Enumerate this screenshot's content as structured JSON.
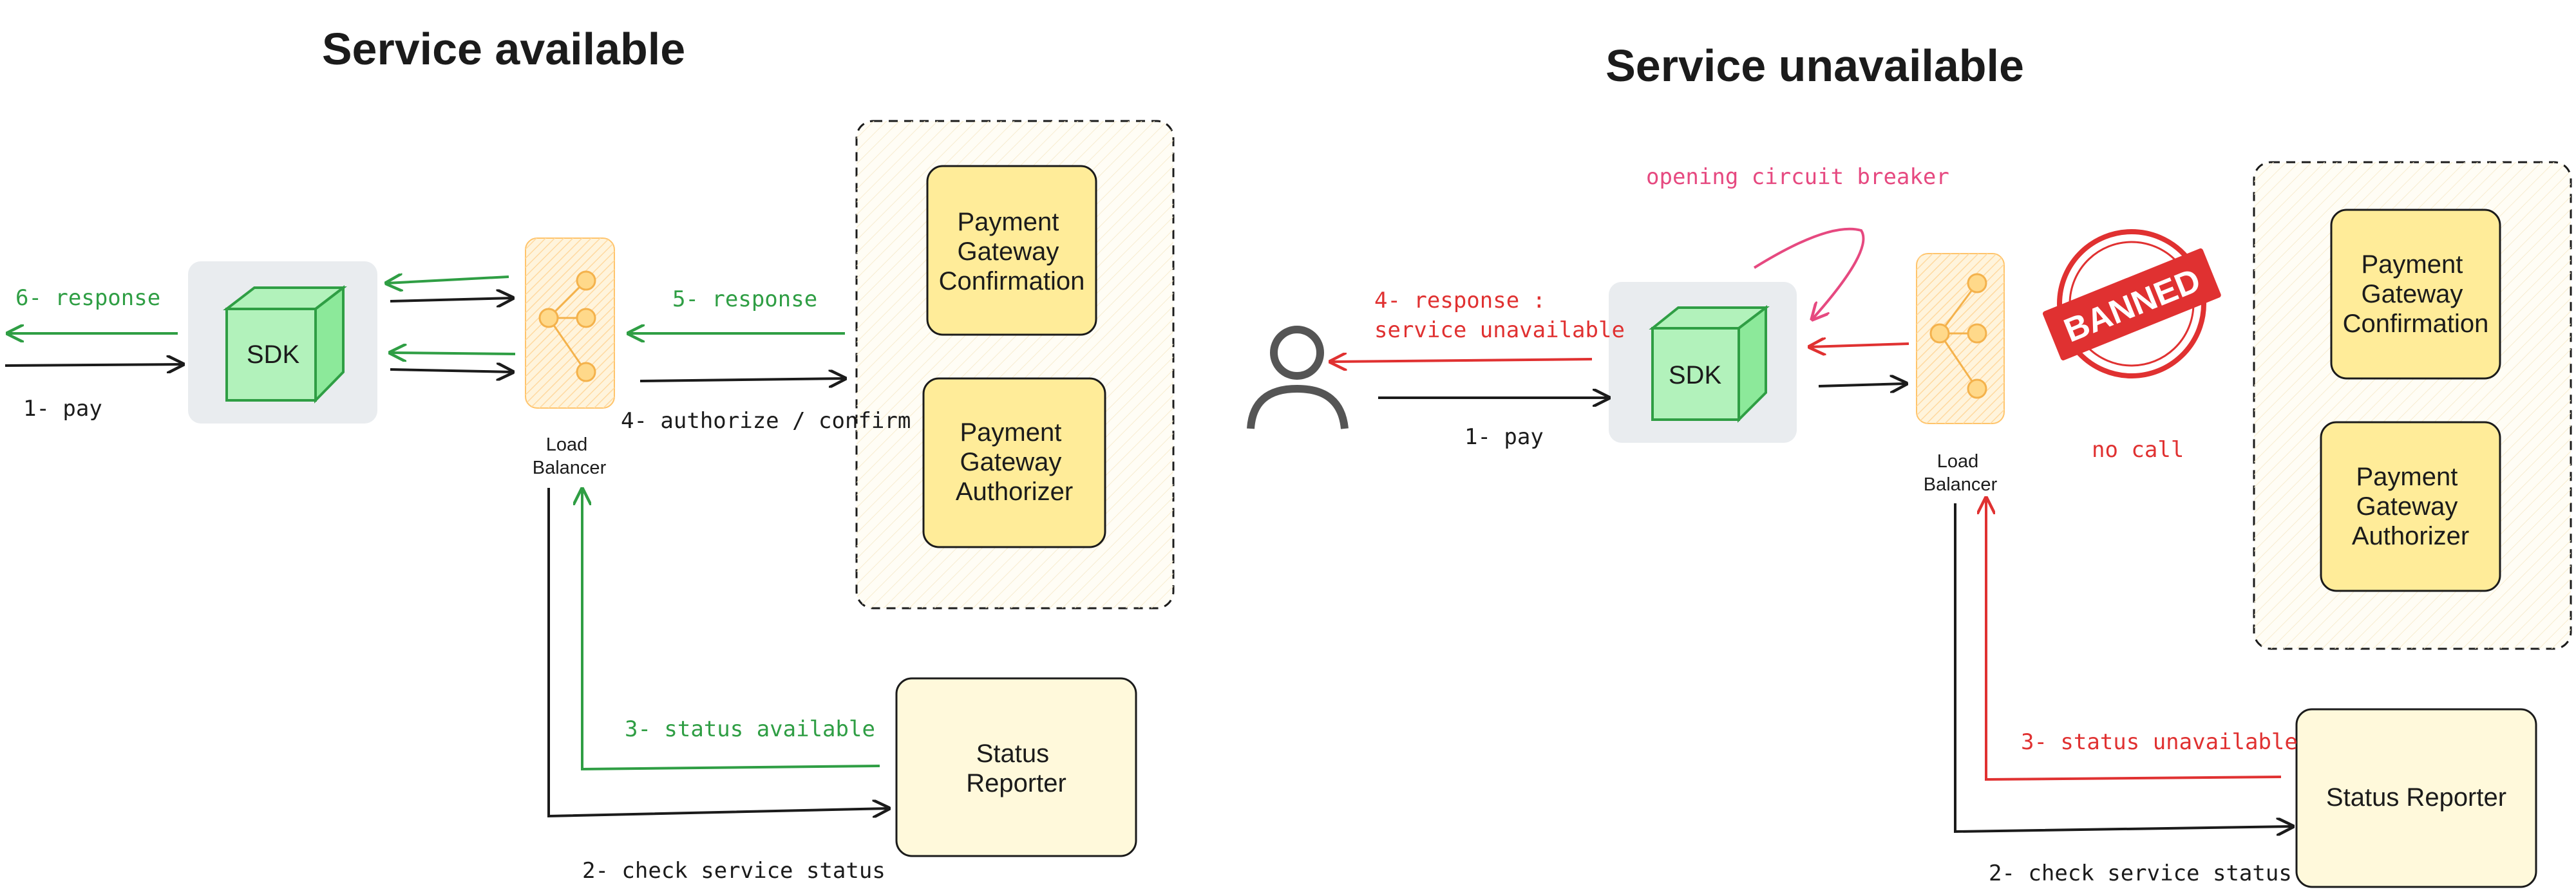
{
  "left": {
    "title": "Service available",
    "sdk_label": "SDK",
    "lb_label_line1": "Load",
    "lb_label_line2": "Balancer",
    "confirmation": [
      "Payment",
      "Gateway",
      "Confirmation"
    ],
    "authorizer": [
      "Payment",
      "Gateway",
      "Authorizer"
    ],
    "status_reporter": [
      "Status",
      "Reporter"
    ],
    "labels": {
      "response6": "6- response",
      "pay1": "1- pay",
      "response5": "5- response",
      "authorize4": "4- authorize / confirm",
      "status3": "3- status available",
      "check2": "2- check service status"
    }
  },
  "right": {
    "title": "Service unavailable",
    "sdk_label": "SDK",
    "lb_label_line1": "Load",
    "lb_label_line2": "Balancer",
    "confirmation": [
      "Payment",
      "Gateway",
      "Confirmation"
    ],
    "authorizer": [
      "Payment",
      "Gateway",
      "Authorizer"
    ],
    "status_reporter": "Status Reporter",
    "banned_stamp": "BANNED",
    "labels": {
      "circuit": "opening circuit breaker",
      "response4_line1": "4- response :",
      "response4_line2": "service unavailable",
      "pay1": "1- pay",
      "no_call": "no call",
      "status3": "3- status unavailable",
      "check2": "2- check service status"
    }
  },
  "colors": {
    "green": "#2f9e44",
    "red": "#e03131",
    "pink": "#e64980",
    "black": "#1b1b1b",
    "sdk_bg": "#e9ecef",
    "cube": "#b2f2bb",
    "lb_fill": "#ffe8b0",
    "gateway_fill": "#ffec99",
    "reporter_fill": "#fff9db",
    "banned": "#e03131"
  },
  "icons": [
    "cube-icon",
    "load-balancer-icon",
    "user-icon",
    "banned-stamp-icon"
  ]
}
